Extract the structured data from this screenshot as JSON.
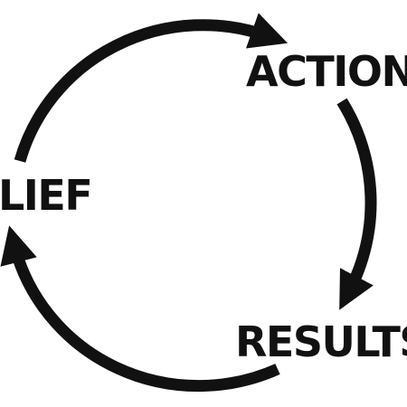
{
  "diagram": {
    "nodes": [
      {
        "id": "action",
        "label": "ACTION"
      },
      {
        "id": "results",
        "label": "RESULTS"
      },
      {
        "id": "belief",
        "label": "LIEF"
      }
    ],
    "edges": [
      {
        "from": "belief",
        "to": "action"
      },
      {
        "from": "action",
        "to": "results"
      },
      {
        "from": "results",
        "to": "belief"
      }
    ],
    "colors": {
      "ink": "#111111",
      "background": "#ffffff"
    }
  }
}
